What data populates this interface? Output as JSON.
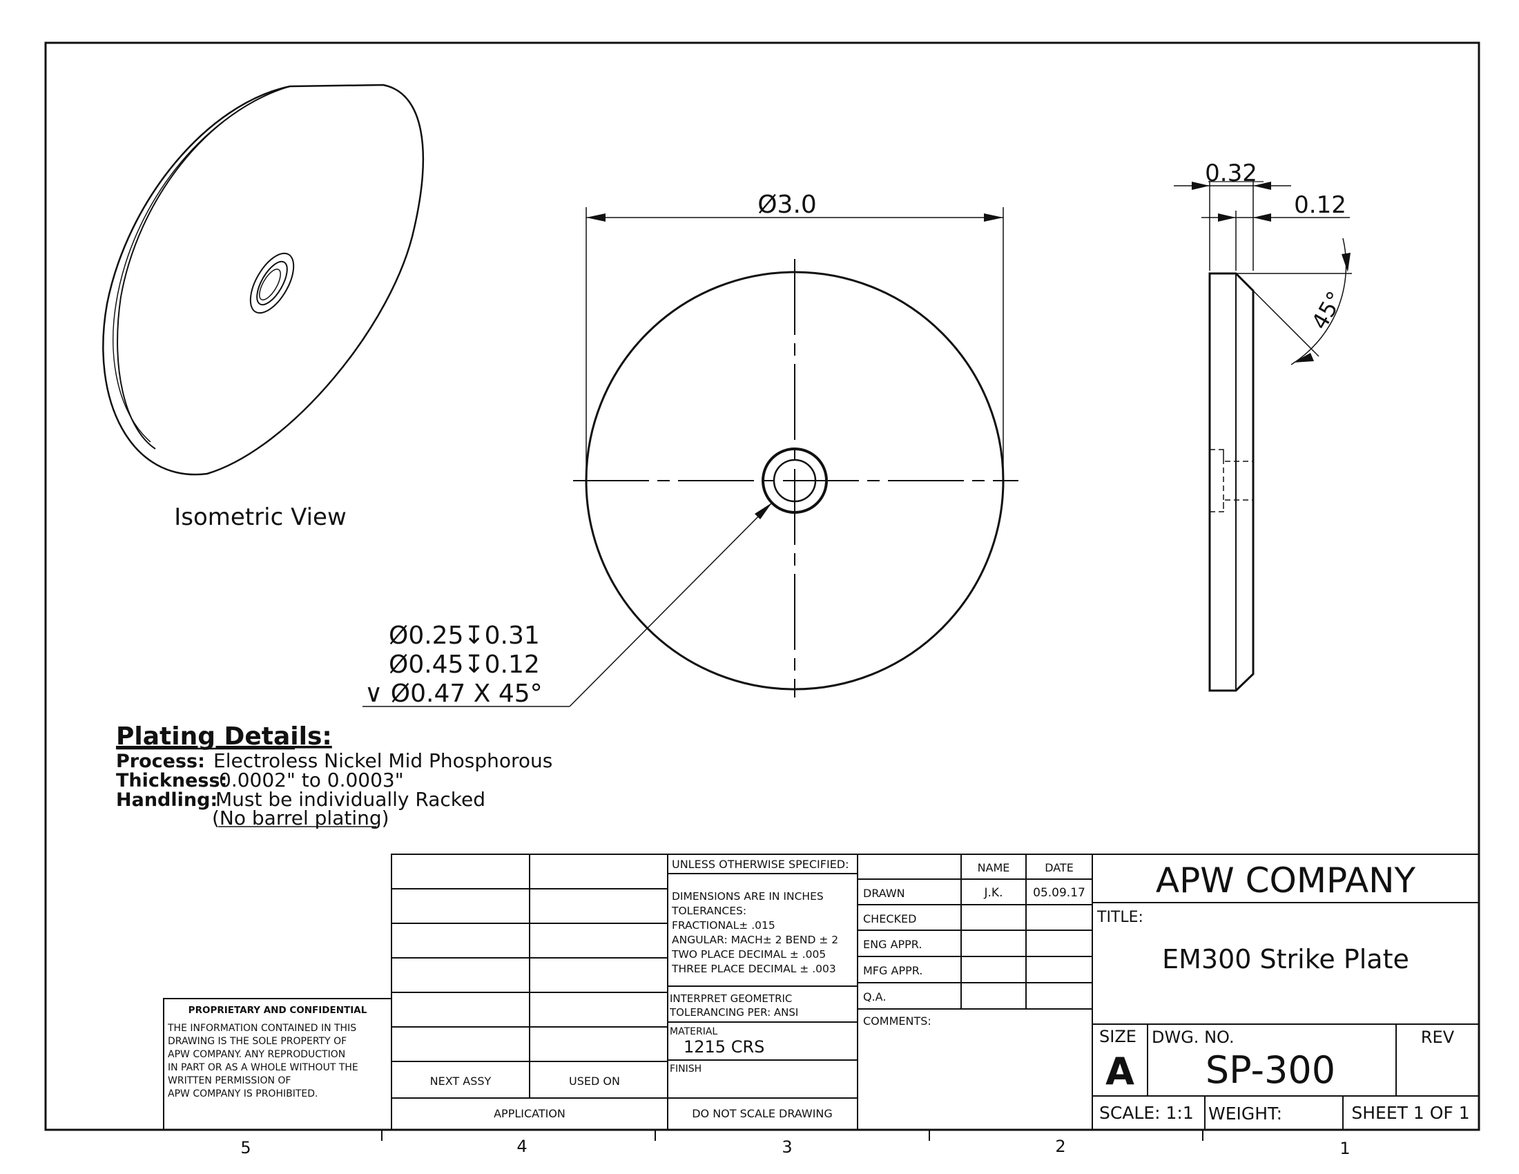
{
  "isometric": {
    "label": "Isometric View"
  },
  "front_view": {
    "diameter_dim": "Ø3.0",
    "callout": [
      "Ø0.25↧0.31",
      "Ø0.45↧0.12",
      "∨  Ø0.47 X 45°"
    ]
  },
  "side_view": {
    "dim_total": "0.32",
    "dim_step": "0.12",
    "angle": "45°"
  },
  "plating": {
    "heading": "Plating Details:",
    "rows": [
      {
        "label": "Process:",
        "value": "Electroless Nickel Mid Phosphorous"
      },
      {
        "label": "Thickness:",
        "value": "0.0002\" to 0.0003\""
      },
      {
        "label": "Handling:",
        "value": "Must be individually Racked"
      }
    ],
    "note": "(No barrel plating)"
  },
  "proprietary": {
    "title": "PROPRIETARY AND CONFIDENTIAL",
    "lines": [
      "THE INFORMATION CONTAINED IN THIS",
      "DRAWING IS THE SOLE PROPERTY OF",
      "APW COMPANY.  ANY  REPRODUCTION",
      "IN PART OR AS A WHOLE WITHOUT THE",
      "WRITTEN PERMISSION OF",
      "APW COMPANY IS PROHIBITED."
    ]
  },
  "application": {
    "next_assy": "NEXT ASSY",
    "used_on": "USED ON",
    "label": "APPLICATION"
  },
  "tolerance": {
    "unless": "UNLESS OTHERWISE SPECIFIED:",
    "lines": [
      "DIMENSIONS ARE IN INCHES",
      "TOLERANCES:",
      "FRACTIONAL± .015",
      "ANGULAR: MACH± 2    BEND ± 2",
      "TWO PLACE DECIMAL    ± .005",
      "THREE PLACE DECIMAL  ± .003"
    ],
    "interpret": [
      "INTERPRET GEOMETRIC",
      "TOLERANCING PER: ANSI"
    ],
    "material_label": "MATERIAL",
    "material": "1215 CRS",
    "finish_label": "FINISH",
    "do_not_scale": "DO NOT SCALE DRAWING"
  },
  "approvals": {
    "name_header": "NAME",
    "date_header": "DATE",
    "rows": [
      {
        "label": "DRAWN",
        "name": "J.K.",
        "date": "05.09.17"
      },
      {
        "label": "CHECKED",
        "name": "",
        "date": ""
      },
      {
        "label": "ENG APPR.",
        "name": "",
        "date": ""
      },
      {
        "label": "MFG APPR.",
        "name": "",
        "date": ""
      },
      {
        "label": "Q.A.",
        "name": "",
        "date": ""
      }
    ],
    "comments": "COMMENTS:"
  },
  "title_block": {
    "company": "APW COMPANY",
    "title_label": "TITLE:",
    "title": "EM300 Strike Plate",
    "size_label": "SIZE",
    "size": "A",
    "dwg_label": "DWG.  NO.",
    "dwg_no": "SP-300",
    "rev_label": "REV",
    "scale": "SCALE: 1:1",
    "weight": "WEIGHT:",
    "sheet": "SHEET 1 OF 1"
  },
  "zones": [
    "5",
    "4",
    "3",
    "2",
    "1"
  ]
}
